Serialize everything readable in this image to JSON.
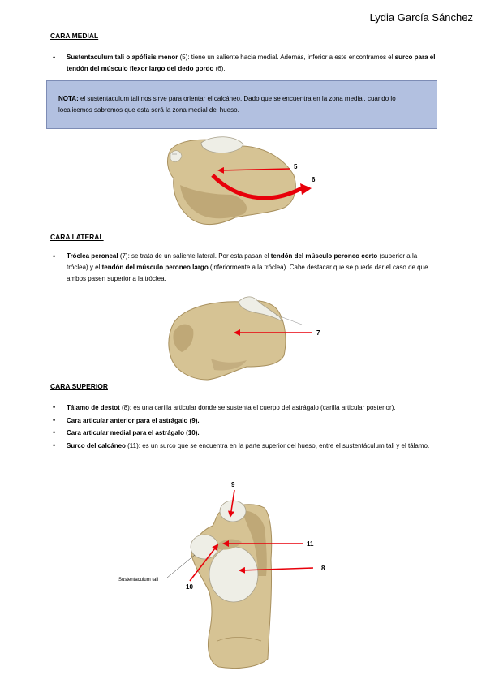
{
  "author": "Lydia García Sánchez",
  "sections": {
    "medial": {
      "heading": "CARA MEDIAL",
      "bullet": {
        "p1": "Sustentaculum tali o apófisis menor",
        "p2": " (5): tiene un saliente hacia medial. Además, inferior a este encontramos el ",
        "p3": "surco para el tendón del músculo flexor largo del dedo gordo",
        "p4": " (6)."
      },
      "note": {
        "label": "NOTA:",
        "text": " el sustentaculum tali nos sirve para orientar el calcáneo. Dado que se encuentra en la zona medial, cuando lo localicemos sabremos que esta será la zona medial del hueso."
      },
      "figure_labels": [
        "5",
        "6"
      ]
    },
    "lateral": {
      "heading": "CARA LATERAL",
      "bullet": {
        "p1": "Tróclea peroneal",
        "p2": " (7): se trata de un saliente lateral. Por esta pasan el ",
        "p3": "tendón del músculo peroneo corto",
        "p4": " (superior a la tróclea) y el ",
        "p5": "tendón del músculo peroneo largo",
        "p6": " (inferiormente a la tróclea). Cabe destacar que se puede dar el caso de que ambos pasen superior a la tróclea."
      },
      "figure_labels": [
        "7"
      ]
    },
    "superior": {
      "heading": "CARA SUPERIOR",
      "bullets": [
        {
          "bold": "Tálamo de destot",
          "rest": " (8): es una carilla articular donde se sustenta el cuerpo del astrágalo (carilla articular posterior)."
        },
        {
          "bold": "Cara articular anterior para el astrágalo (9).",
          "rest": ""
        },
        {
          "bold": "Cara articular medial para el astrágalo (10).",
          "rest": ""
        },
        {
          "bold": "Surco del calcáneo",
          "rest": " (11): es un surco que se encuentra en la parte superior del hueso, entre el sustentáculum tali y el tálamo."
        }
      ],
      "figure_labels": [
        "9",
        "11",
        "8",
        "10"
      ],
      "figure_caption": "Sustentaculum tali"
    }
  },
  "colors": {
    "arrow": "#e8000a",
    "note_bg": "#b2c0e0",
    "bone": "#d6c394",
    "bone_shadow": "#a8905e",
    "cartilage": "#eeeee6"
  }
}
